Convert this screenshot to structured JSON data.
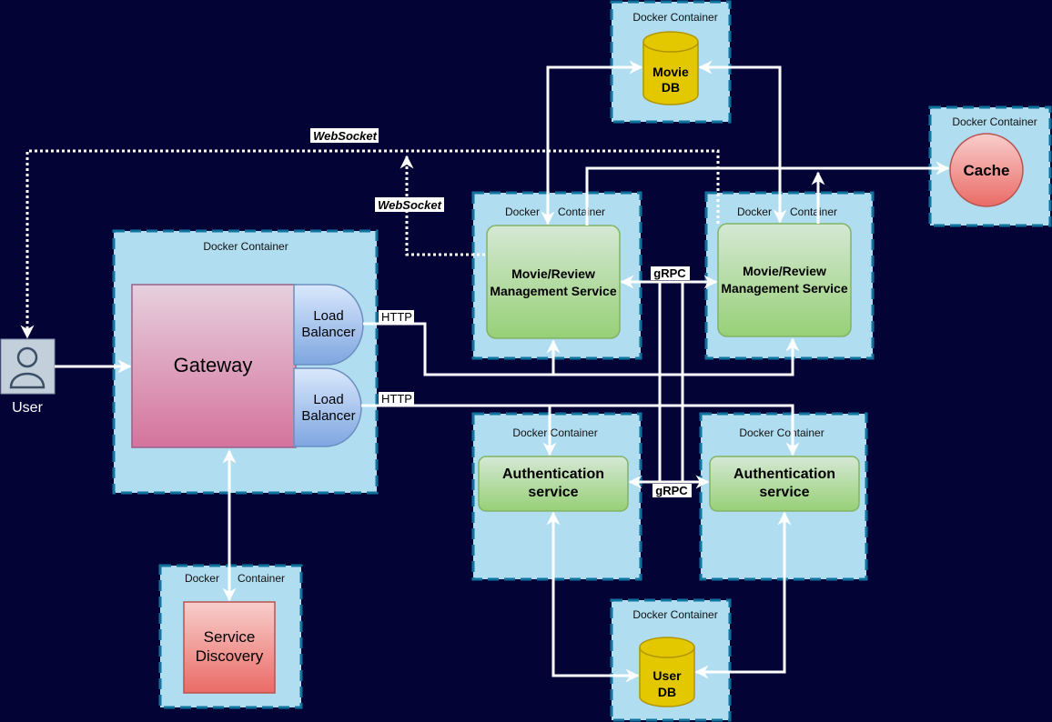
{
  "diagram": {
    "container_label": "Docker Container",
    "container_label_split": "Docker      Container",
    "user": {
      "label": "User"
    },
    "gateway": {
      "label": "Gateway"
    },
    "load_balancer_top": {
      "line1": "Load",
      "line2": "Balancer"
    },
    "load_balancer_bottom": {
      "line1": "Load",
      "line2": "Balancer"
    },
    "service_discovery": {
      "line1": "Service",
      "line2": "Discovery"
    },
    "movie_db": {
      "line1": "Movie",
      "line2": "DB"
    },
    "user_db": {
      "line1": "User",
      "line2": "DB"
    },
    "cache": {
      "label": "Cache"
    },
    "movie_service_left": {
      "line1": "Movie/Review",
      "line2": "Management Service"
    },
    "movie_service_right": {
      "line1": "Movie/Review",
      "line2": "Management Service"
    },
    "auth_service_left": {
      "line1": "Authentication",
      "line2": "service"
    },
    "auth_service_right": {
      "line1": "Authentication",
      "line2": "service"
    },
    "edge_labels": {
      "websocket_top": "WebSocket",
      "websocket_mid": "WebSocket",
      "http_top": "HTTP",
      "http_bottom": "HTTP",
      "grpc_top": "gRPC",
      "grpc_bottom": "gRPC"
    },
    "colors": {
      "background": "#030335",
      "container_fill": "#b1ddf0",
      "container_border": "#10739e",
      "gateway_fill_top": "#e6d0de",
      "gateway_fill_bottom": "#d5739d",
      "green_fill_top": "#d5e8d4",
      "green_fill_bottom": "#97d077",
      "red_fill_top": "#f8cecc",
      "red_fill_bottom": "#ea6b66",
      "db_fill": "#e3c800",
      "lb_fill": "#dae8fc",
      "edge": "#ffffff"
    }
  }
}
